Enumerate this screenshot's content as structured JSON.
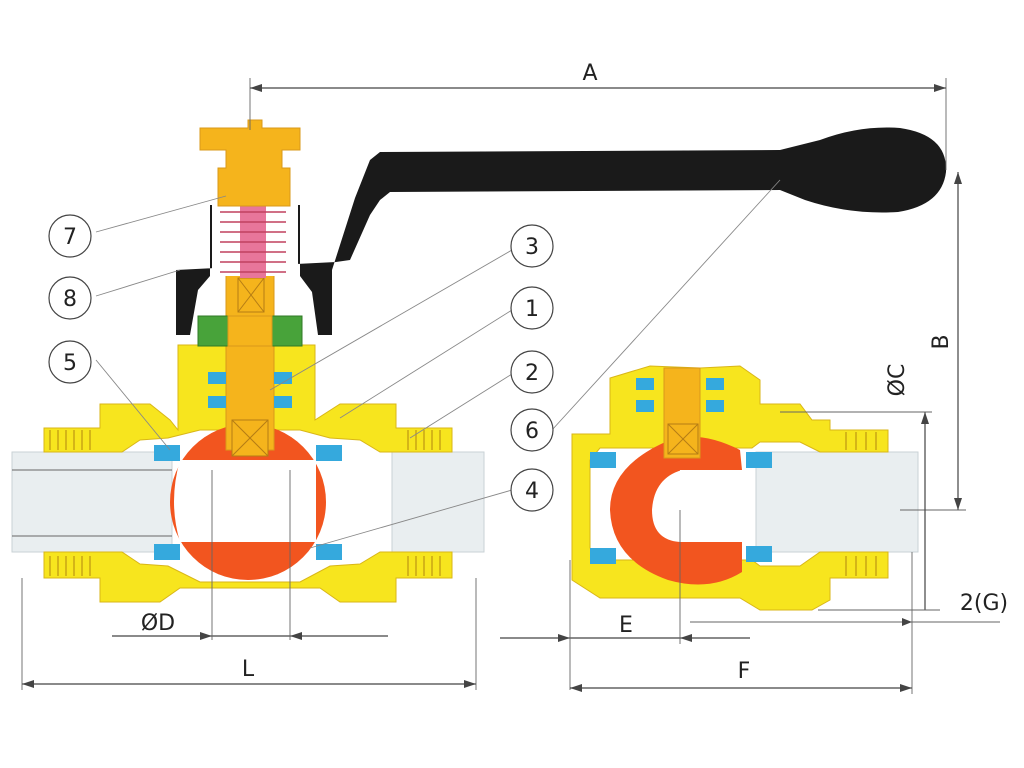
{
  "colors": {
    "brass": "#f7e51e",
    "brass_dark": "#e8c21a",
    "ball": "#f2551f",
    "seal": "#35a9dd",
    "handle": "#1a1a1a",
    "nut": "#48a33a",
    "stem": "#f5b41c",
    "spring": "#e8769a",
    "pipe": "#e9eef0"
  },
  "callouts": [
    {
      "id": "7",
      "label": "7"
    },
    {
      "id": "8",
      "label": "8"
    },
    {
      "id": "5",
      "label": "5"
    },
    {
      "id": "3",
      "label": "3"
    },
    {
      "id": "1",
      "label": "1"
    },
    {
      "id": "2",
      "label": "2"
    },
    {
      "id": "6",
      "label": "6"
    },
    {
      "id": "4",
      "label": "4"
    }
  ],
  "dimensions": {
    "A": "A",
    "B": "B",
    "C": "ØC",
    "D": "ØD",
    "L": "L",
    "E": "E",
    "F": "F",
    "G": "2(G)"
  }
}
